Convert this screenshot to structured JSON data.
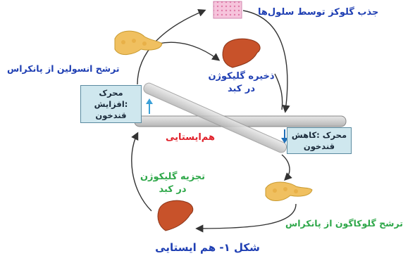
{
  "labels": {
    "glucose_uptake": "جذب گلوکز توسط سلول‌ها",
    "insulin_secretion": "ترشح انسولین از پانکراس",
    "glycogen_storage_line1": "ذخیره گلیکوژن",
    "glycogen_storage_line2": "در کبد",
    "homeostasis": "هم‌ایستایی",
    "glycogen_breakdown_line1": "تجزیه گلیکوژن",
    "glycogen_breakdown_line2": "در کبد",
    "glucagon_secretion": "ترشح گلوکاگون از پانکراس"
  },
  "boxes": {
    "increase_line1": "محرک :افزایش",
    "increase_line2": "قندخون",
    "decrease_line1": "محرک :کاهش",
    "decrease_line2": "قندخون"
  },
  "caption": "شکل ۱- هم ایستایی",
  "colors": {
    "blue_text": "#1f3fb3",
    "green_text": "#2fa84a",
    "red_text": "#e0202a",
    "arrow_up": "#3aa0d8",
    "arrow_down": "#1f6fb8",
    "liver": "#c8522a",
    "pancreas": "#f0c060",
    "cells": "#f2b2d0"
  },
  "icons": [
    "pancreas-icon",
    "liver-icon",
    "cells-icon",
    "up-arrow-icon",
    "down-arrow-icon"
  ]
}
